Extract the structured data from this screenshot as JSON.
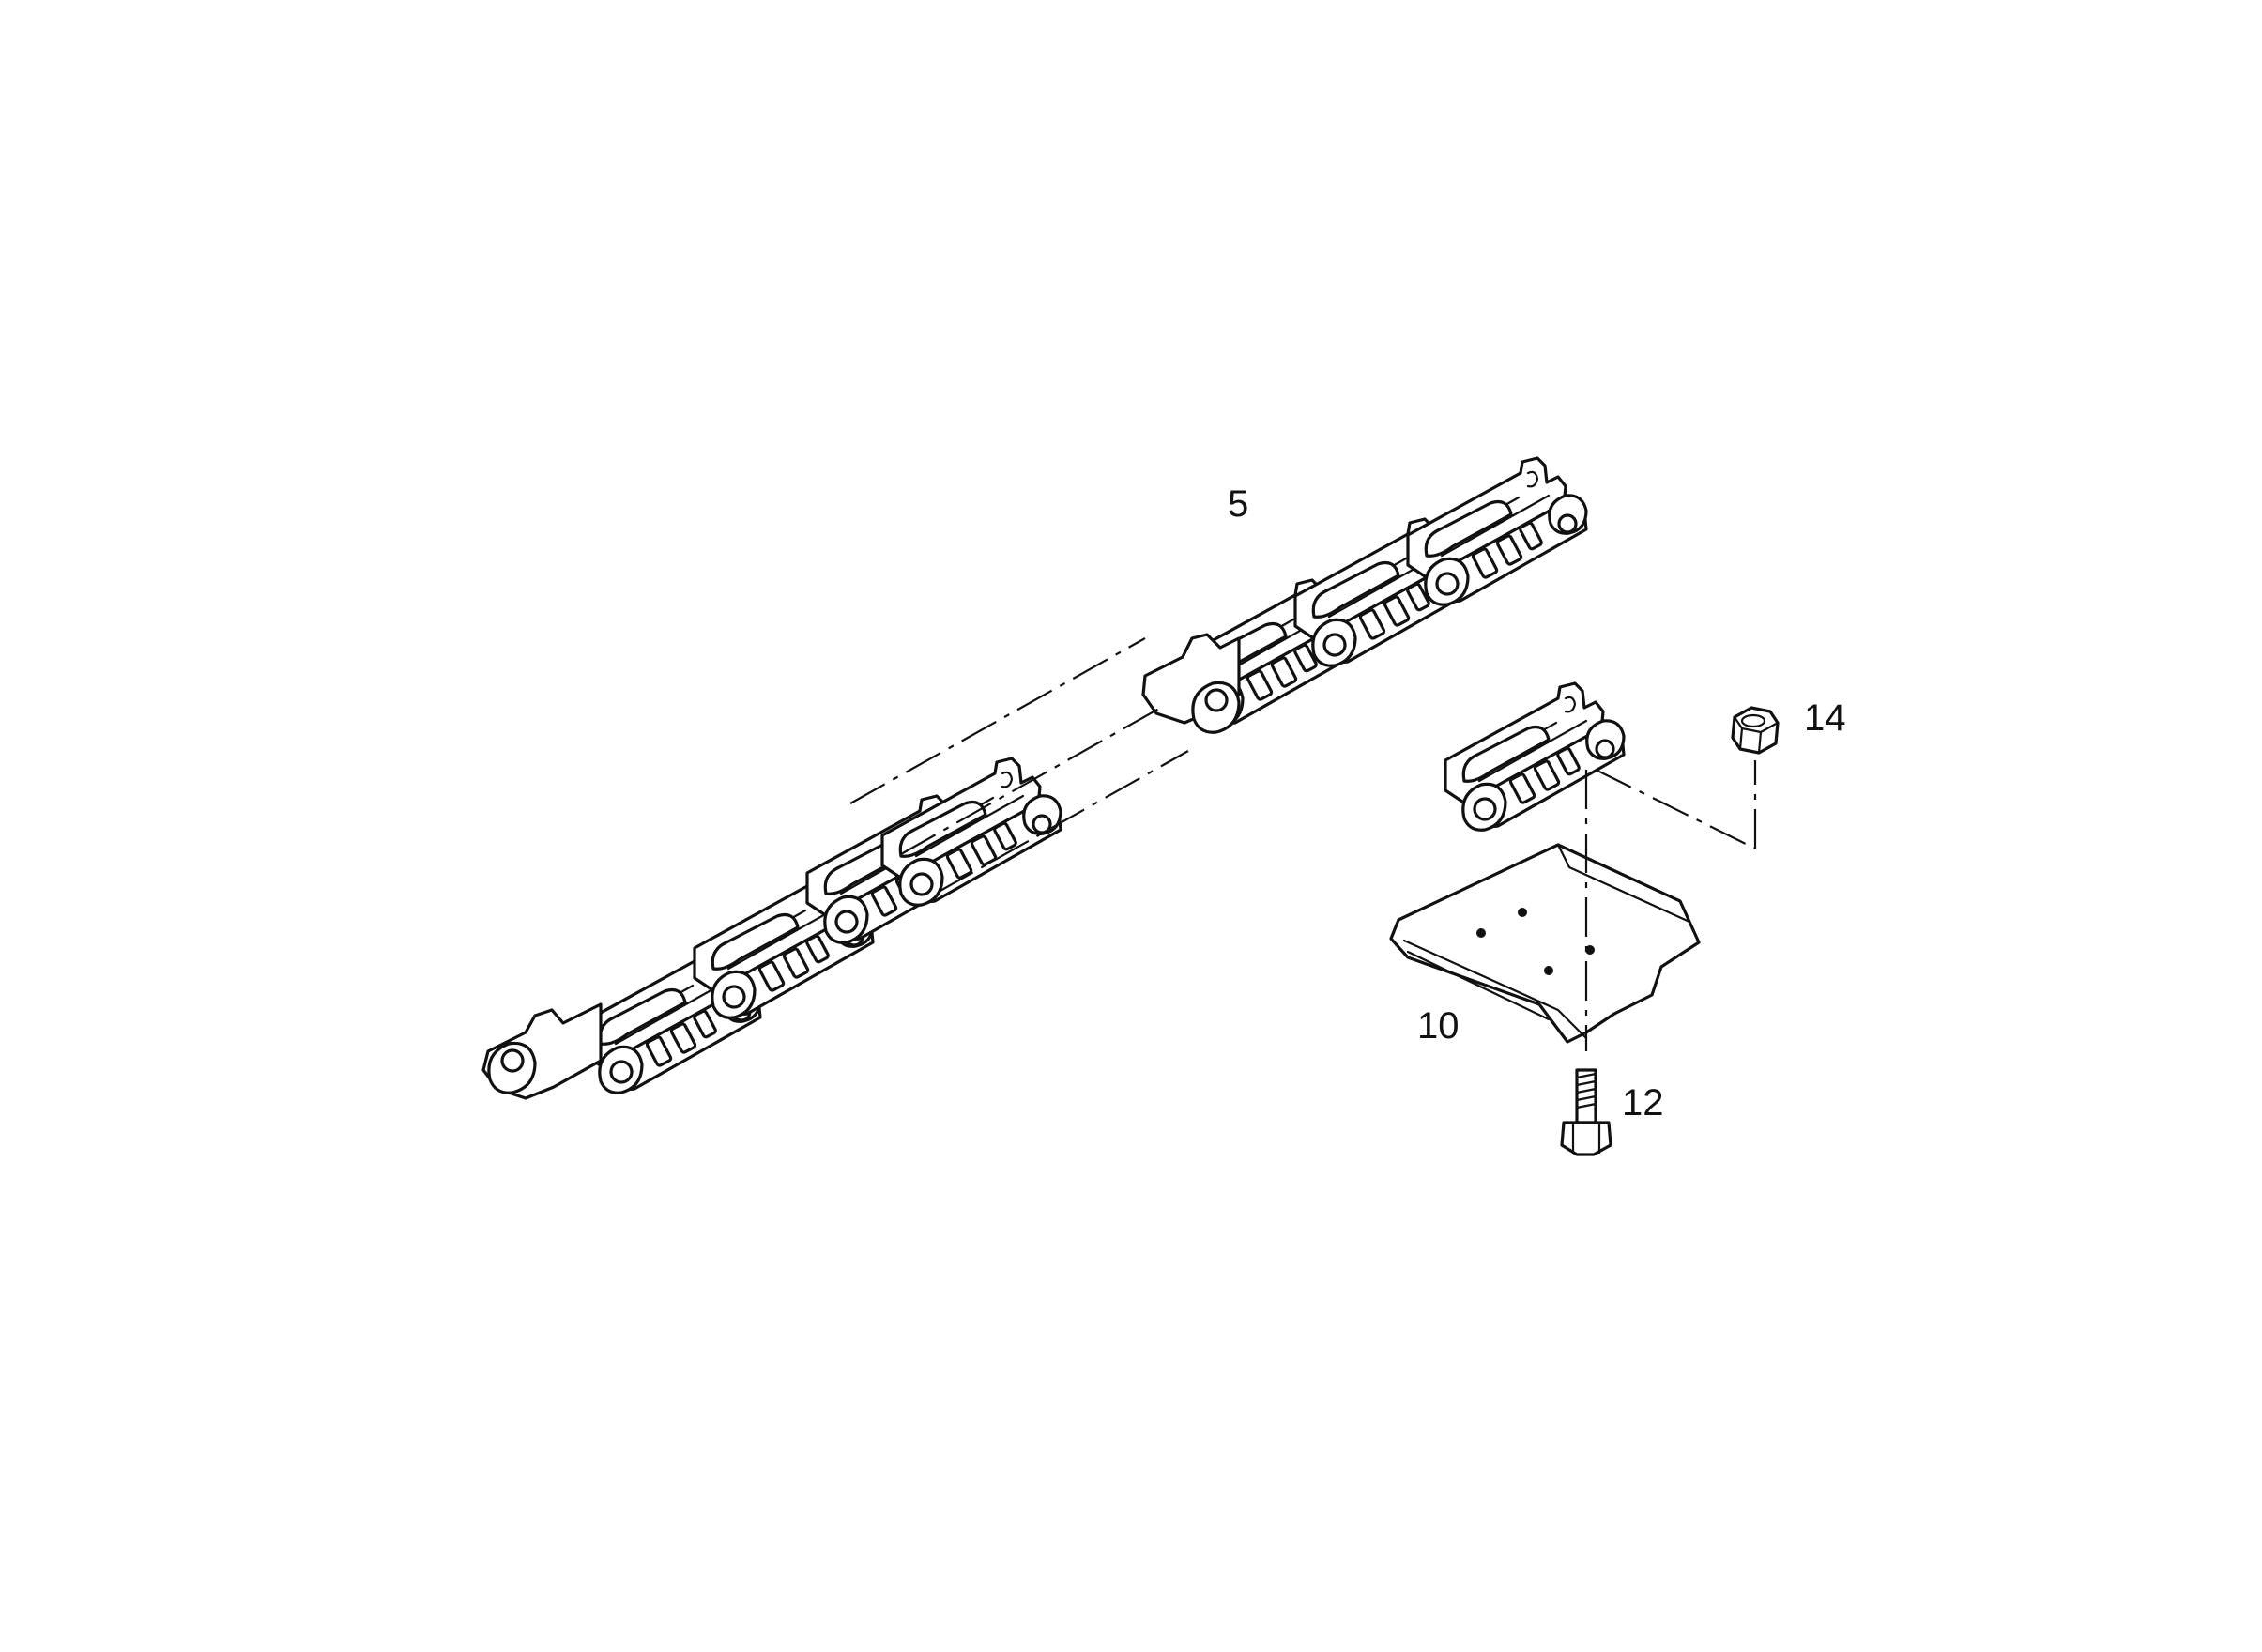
{
  "diagram": {
    "callouts": {
      "track_chain": "5",
      "track_shoe": "10",
      "shoe_bolt": "12",
      "shoe_nut": "14"
    }
  }
}
